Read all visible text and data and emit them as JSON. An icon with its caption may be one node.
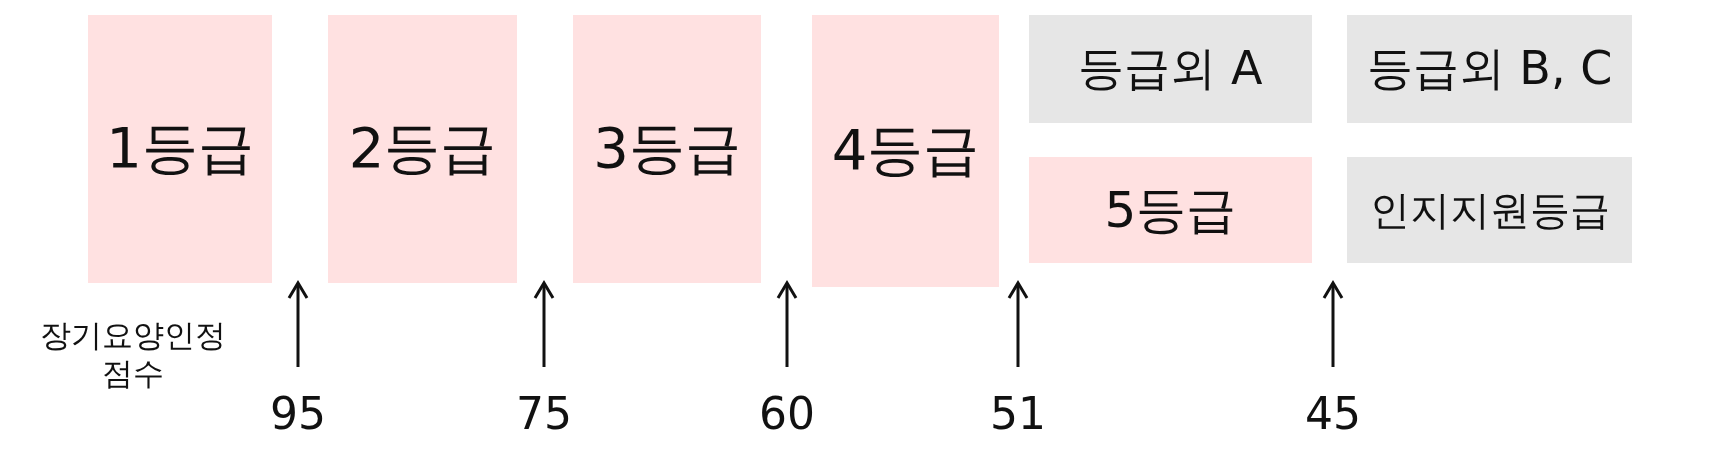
{
  "diagram": {
    "nodes": [
      {
        "text": [
          "1등급"
        ]
      },
      {
        "text": [
          "2등급"
        ]
      },
      {
        "text": [
          "3등급"
        ]
      },
      {
        "text": [
          "4등급"
        ]
      },
      {
        "text": [
          "등급외 A"
        ]
      },
      {
        "text": [
          "등급외 B, C"
        ]
      },
      {
        "text": [
          "5등급"
        ]
      },
      {
        "text": [
          "인지지원등급"
        ]
      }
    ],
    "edges": [],
    "labels": [
      "장기요양인정 점수",
      "95",
      "75",
      "60",
      "51",
      "45"
    ]
  }
}
